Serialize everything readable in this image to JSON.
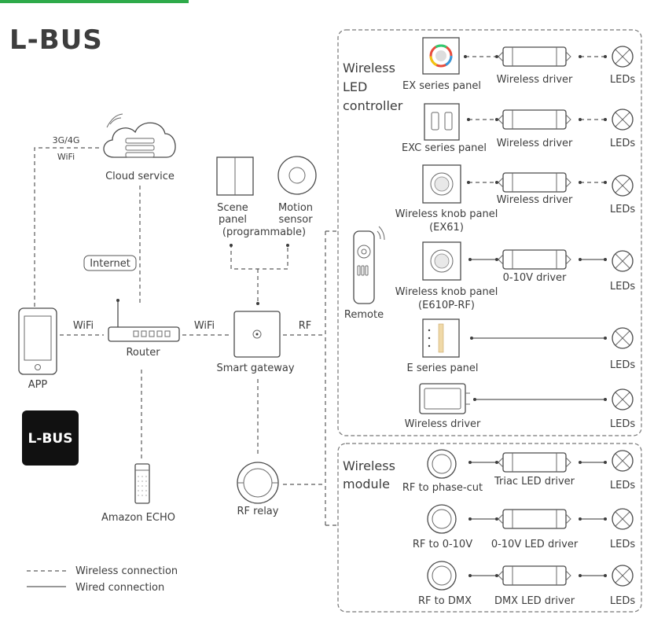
{
  "brand": {
    "title": "L-BUS",
    "badge": "L-BUS",
    "badge_color": "#111111",
    "accent_color": "#2eaa4a"
  },
  "cloud": {
    "label": "Cloud service",
    "link_top": "3G/4G",
    "link_bottom": "WiFi"
  },
  "internet": {
    "label": "Internet"
  },
  "app": {
    "label": "APP",
    "link": "WiFi"
  },
  "router": {
    "label": "Router",
    "link": "WiFi"
  },
  "echo": {
    "label": "Amazon ECHO"
  },
  "scene_panel": {
    "line1": "Scene",
    "line2": "panel",
    "line3": "(programmable)"
  },
  "motion_sensor": {
    "line1": "Motion",
    "line2": "sensor"
  },
  "gateway": {
    "label": "Smart gateway",
    "link": "RF"
  },
  "rf_relay": {
    "label": "RF relay"
  },
  "remote": {
    "label": "Remote"
  },
  "led_controller": {
    "title_lines": [
      "Wireless",
      "LED",
      "controller"
    ],
    "rows": [
      {
        "panel": "EX series panel",
        "driver": "Wireless driver",
        "load": "LEDs"
      },
      {
        "panel": "EXC series panel",
        "driver": "Wireless driver",
        "load": "LEDs"
      },
      {
        "panel": "Wireless knob panel",
        "panel_sub": "(EX61)",
        "driver": "Wireless driver",
        "load": "LEDs"
      },
      {
        "panel": "Wireless knob panel",
        "panel_sub": "(E610P-RF)",
        "driver": "0-10V driver",
        "load": "LEDs"
      },
      {
        "panel": "E series panel",
        "load": "LEDs"
      },
      {
        "panel": "Wireless driver",
        "load": "LEDs"
      }
    ]
  },
  "wireless_module": {
    "title_lines": [
      "Wireless",
      "module"
    ],
    "rows": [
      {
        "module": "RF to phase-cut",
        "driver": "Triac LED driver",
        "load": "LEDs"
      },
      {
        "module": "RF to 0-10V",
        "driver": "0-10V LED driver",
        "load": "LEDs"
      },
      {
        "module": "RF to DMX",
        "driver": "DMX LED driver",
        "load": "LEDs"
      }
    ]
  },
  "legend": {
    "wireless": "Wireless connection",
    "wired": "Wired connection"
  }
}
